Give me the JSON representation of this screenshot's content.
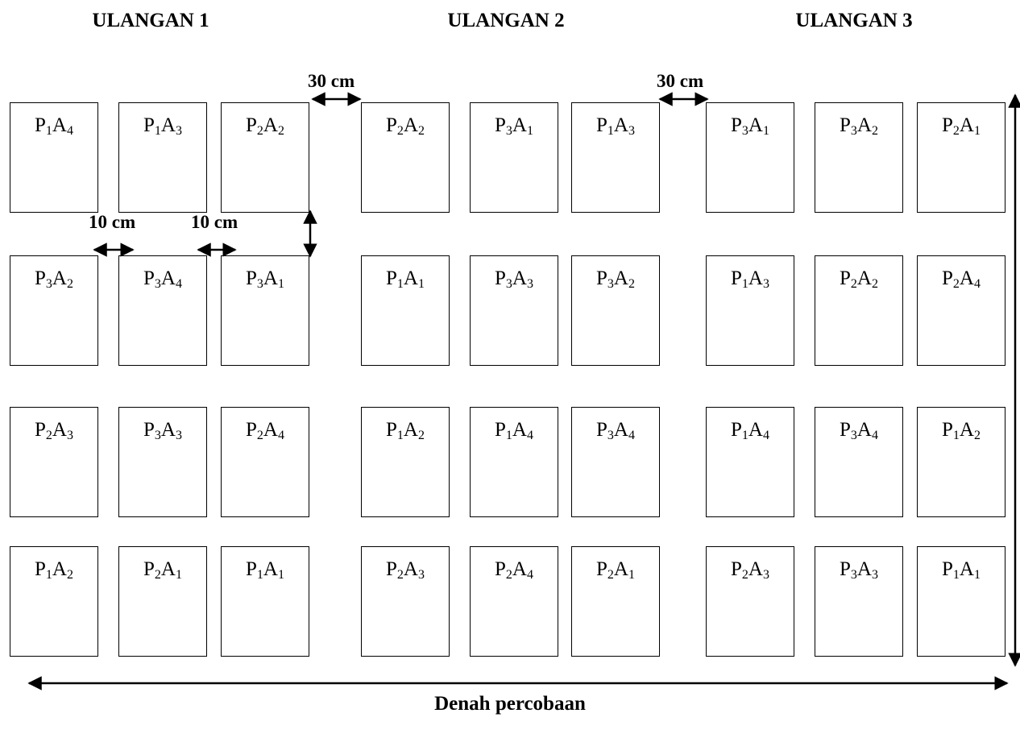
{
  "replicates": [
    {
      "title": "ULANGAN 1",
      "rows": [
        [
          [
            "P",
            "1",
            "A",
            "4"
          ],
          [
            "P",
            "1",
            "A",
            "3"
          ],
          [
            "P",
            "2",
            "A",
            "2"
          ]
        ],
        [
          [
            "P",
            "3",
            "A",
            "2"
          ],
          [
            "P",
            "3",
            "A",
            "4"
          ],
          [
            "P",
            "3",
            "A",
            "1"
          ]
        ],
        [
          [
            "P",
            "2",
            "A",
            "3"
          ],
          [
            "P",
            "3",
            "A",
            "3"
          ],
          [
            "P",
            "2",
            "A",
            "4"
          ]
        ],
        [
          [
            "P",
            "1",
            "A",
            "2"
          ],
          [
            "P",
            "2",
            "A",
            "1"
          ],
          [
            "P",
            "1",
            "A",
            "1"
          ]
        ]
      ]
    },
    {
      "title": "ULANGAN 2",
      "rows": [
        [
          [
            "P",
            "2",
            "A",
            "2"
          ],
          [
            "P",
            "3",
            "A",
            "1"
          ],
          [
            "P",
            "1",
            "A",
            "3"
          ]
        ],
        [
          [
            "P",
            "1",
            "A",
            "1"
          ],
          [
            "P",
            "3",
            "A",
            "3"
          ],
          [
            "P",
            "3",
            "A",
            "2"
          ]
        ],
        [
          [
            "P",
            "1",
            "A",
            "2"
          ],
          [
            "P",
            "1",
            "A",
            "4"
          ],
          [
            "P",
            "3",
            "A",
            "4"
          ]
        ],
        [
          [
            "P",
            "2",
            "A",
            "3"
          ],
          [
            "P",
            "2",
            "A",
            "4"
          ],
          [
            "P",
            "2",
            "A",
            "1"
          ]
        ]
      ]
    },
    {
      "title": "ULANGAN 3",
      "rows": [
        [
          [
            "P",
            "3",
            "A",
            "1"
          ],
          [
            "P",
            "3",
            "A",
            "2"
          ],
          [
            "P",
            "2",
            "A",
            "1"
          ]
        ],
        [
          [
            "P",
            "1",
            "A",
            "3"
          ],
          [
            "P",
            "2",
            "A",
            "2"
          ],
          [
            "P",
            "2",
            "A",
            "4"
          ]
        ],
        [
          [
            "P",
            "1",
            "A",
            "4"
          ],
          [
            "P",
            "3",
            "A",
            "4"
          ],
          [
            "P",
            "1",
            "A",
            "2"
          ]
        ],
        [
          [
            "P",
            "2",
            "A",
            "3"
          ],
          [
            "P",
            "3",
            "A",
            "3"
          ],
          [
            "P",
            "1",
            "A",
            "1"
          ]
        ]
      ]
    }
  ],
  "spacing": {
    "between_replicates": "30 cm",
    "between_plots_horizontal": "10 cm",
    "between_plots_vertical": "10 cm"
  },
  "caption": "Denah percobaan"
}
